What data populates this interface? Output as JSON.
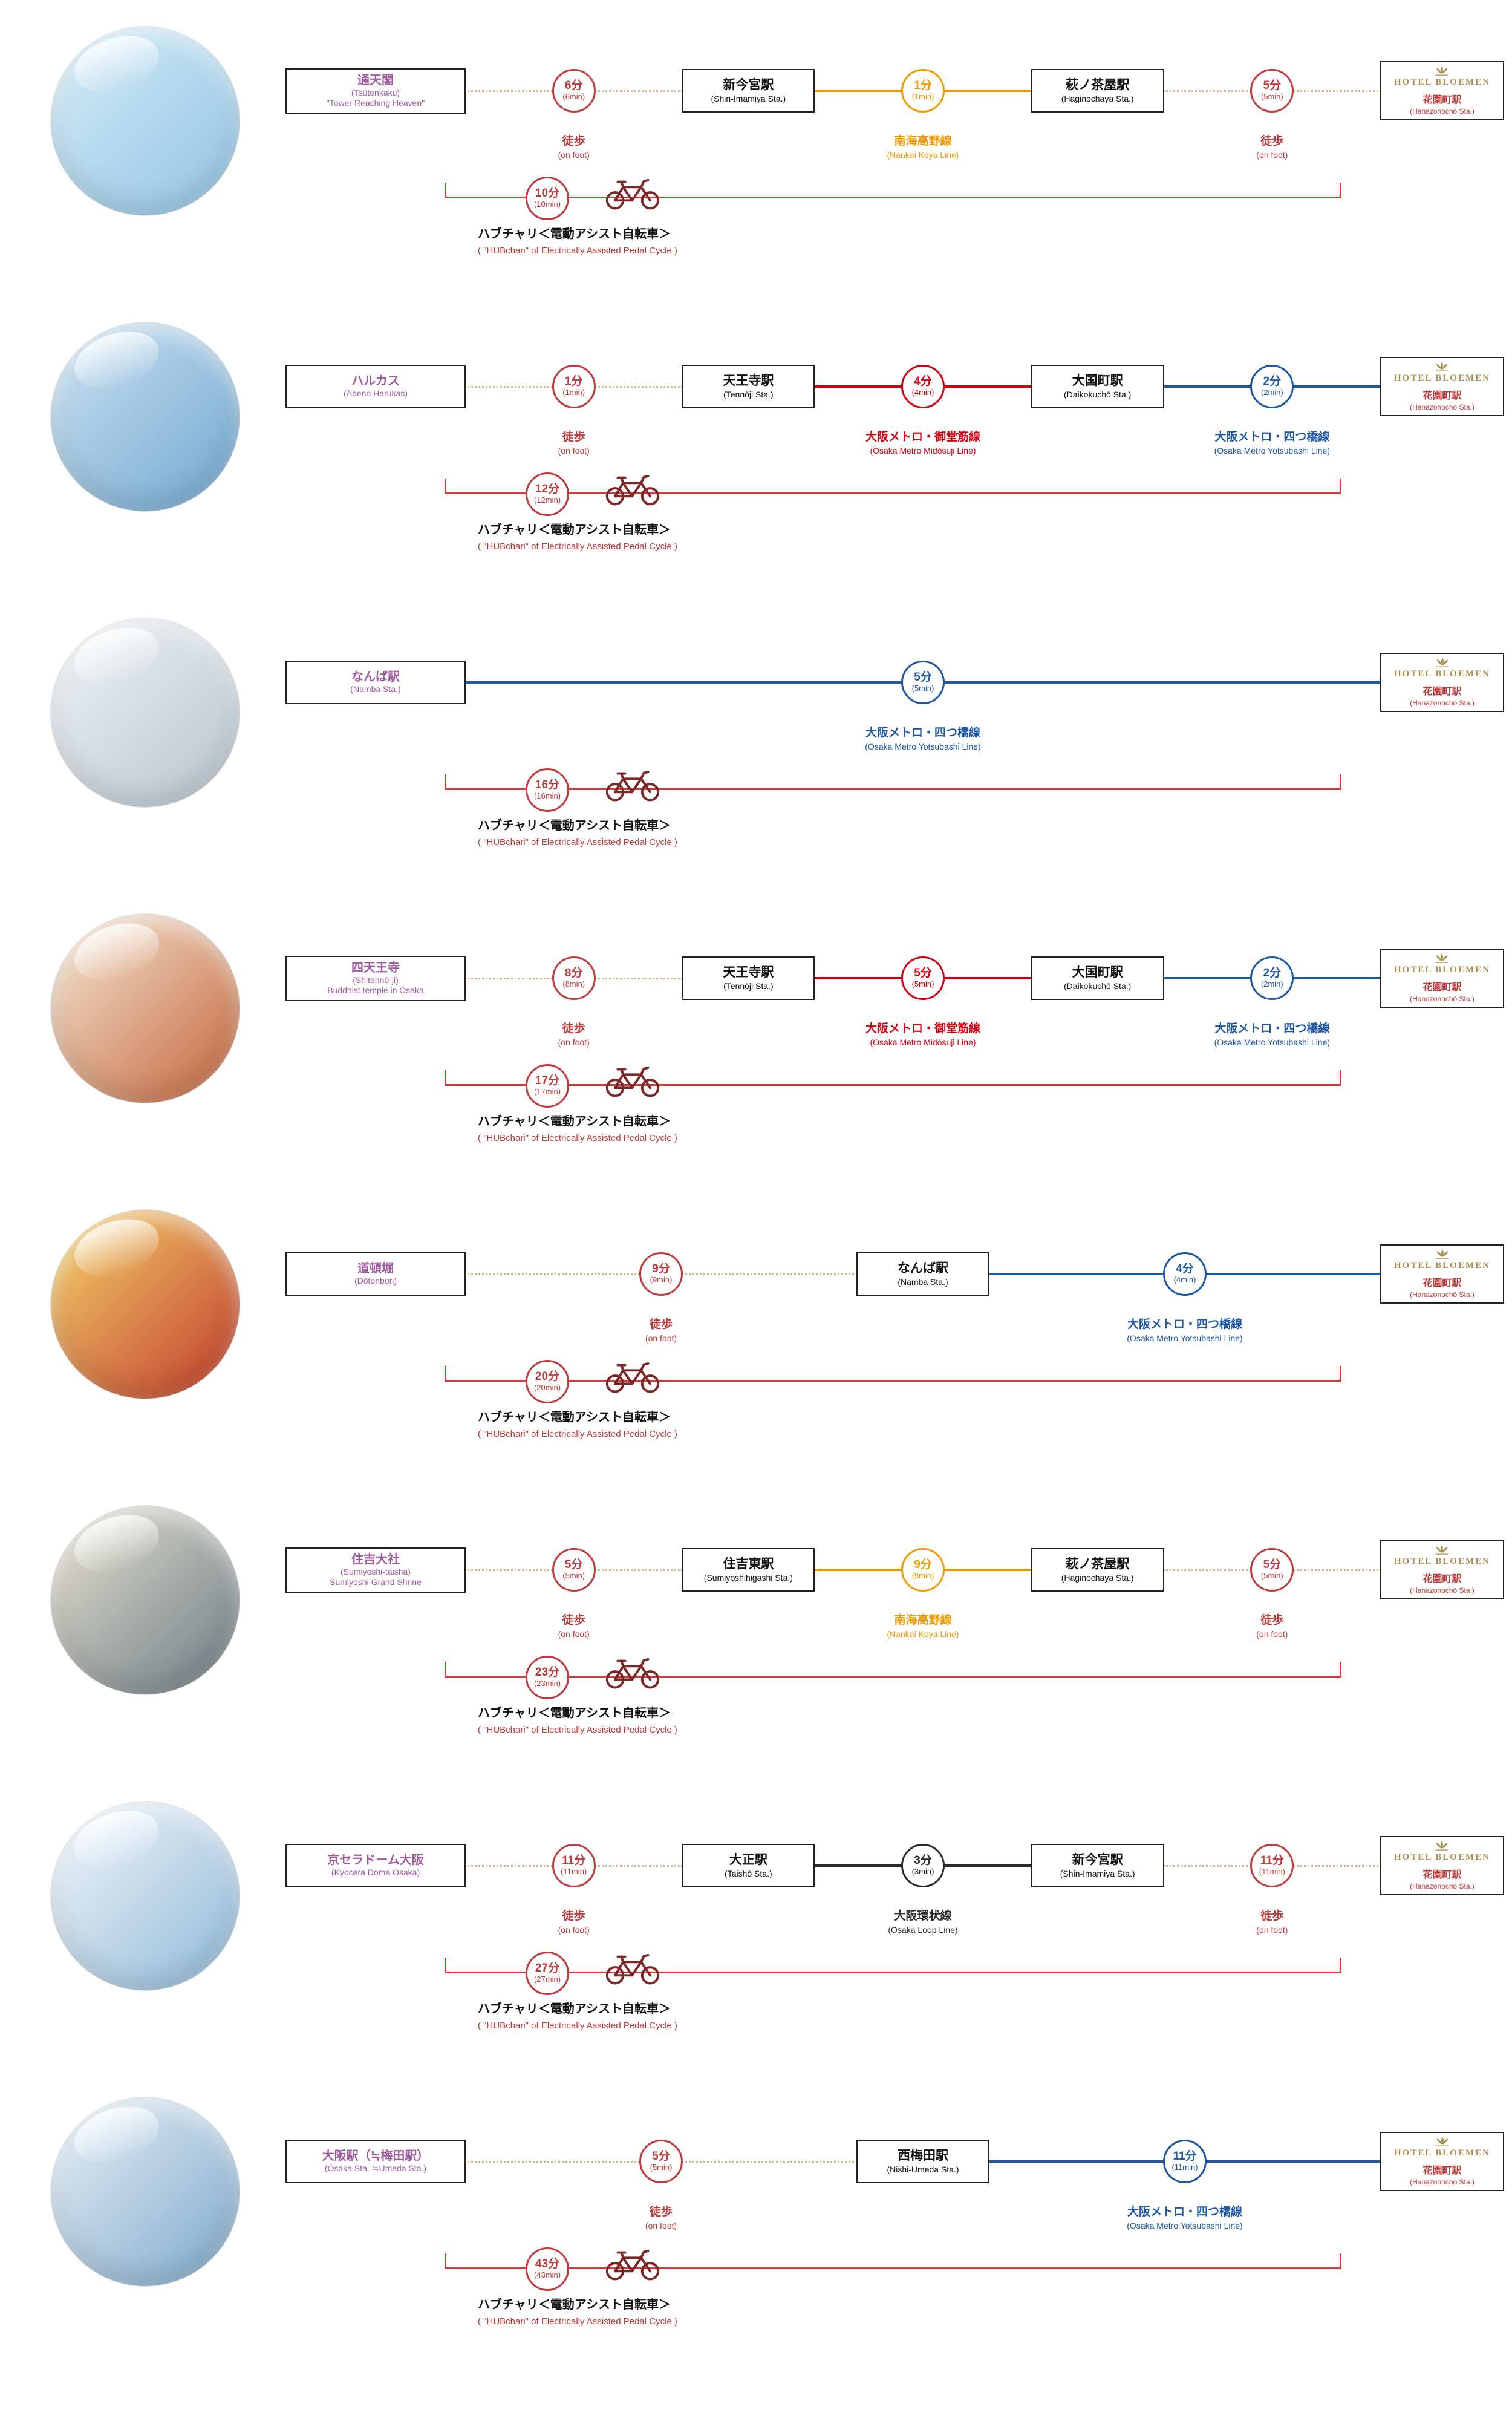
{
  "labels": {
    "walk_jp": "徒歩",
    "walk_en": "(on foot)",
    "bike_jp": "ハブチャリ＜電動アシスト自転車＞",
    "bike_en": "( \"HUBchari\" of Electrically Assisted Pedal Cycle )"
  },
  "hotel": {
    "name": "HOTEL BLOEMEN",
    "station_jp": "花園町駅",
    "station_en": "(Hanazonochō Sta.)"
  },
  "colors": {
    "walk_line": "#cdb98e",
    "walk_accent": "#c0393b",
    "bike_accent": "#c0393b",
    "bike_bracket": "#d23b3b",
    "bike_icon": "#7b2727",
    "landmark_text": "#9d5b9d",
    "hotel_gold": "#a8914f",
    "hotel_station": "#c0393b",
    "box_border": "#222222",
    "lines": {
      "nankai": "#f09a00",
      "midosuji": "#d7000f",
      "yotsubashi": "#1d57a5",
      "loop": "#2b2b2b"
    }
  },
  "rows": [
    {
      "id": "tsutenkaku",
      "photo": [
        "#d8edf8",
        "#90c2e2"
      ],
      "landmark": {
        "jp": "通天閣",
        "en": "(Tsūtenkaku)",
        "sub": "\"Tower Reaching Heaven\""
      },
      "segments": [
        {
          "type": "walk",
          "time_jp": "6分",
          "time_en": "(6min)"
        },
        {
          "type": "station",
          "jp": "新今宮駅",
          "en": "(Shin-Imamiya Sta.)"
        },
        {
          "type": "train",
          "line": "nankai",
          "time_jp": "1分",
          "time_en": "(1min)",
          "line_jp": "南海高野線",
          "line_en": "(Nankai Koya Line)"
        },
        {
          "type": "station",
          "jp": "萩ノ茶屋駅",
          "en": "(Haginochaya Sta.)"
        },
        {
          "type": "walk",
          "time_jp": "5分",
          "time_en": "(5min)"
        }
      ],
      "bike": {
        "time_jp": "10分",
        "time_en": "(10min)"
      }
    },
    {
      "id": "abeno-harukas",
      "photo": [
        "#cfe3f2",
        "#6fa6cf"
      ],
      "landmark": {
        "jp": "ハルカス",
        "en": "(Abeno Harukas)"
      },
      "segments": [
        {
          "type": "walk",
          "time_jp": "1分",
          "time_en": "(1min)"
        },
        {
          "type": "station",
          "jp": "天王寺駅",
          "en": "(Tennōji Sta.)"
        },
        {
          "type": "train",
          "line": "midosuji",
          "time_jp": "4分",
          "time_en": "(4min)",
          "line_jp": "大阪メトロ・御堂筋線",
          "line_en": "(Osaka Metro Midōsuji Line)"
        },
        {
          "type": "station",
          "jp": "大国町駅",
          "en": "(Daikokuchō Sta.)"
        },
        {
          "type": "train",
          "line": "yotsubashi",
          "time_jp": "2分",
          "time_en": "(2min)",
          "line_jp": "大阪メトロ・四つ橋線",
          "line_en": "(Osaka Metro Yotsubashi Line)"
        }
      ],
      "bike": {
        "time_jp": "12分",
        "time_en": "(12min)"
      }
    },
    {
      "id": "namba",
      "photo": [
        "#f2f4f6",
        "#b6c3cd"
      ],
      "landmark": {
        "jp": "なんば駅",
        "en": "(Namba Sta.)"
      },
      "segments": [
        {
          "type": "train",
          "line": "yotsubashi",
          "time_jp": "5分",
          "time_en": "(5min)",
          "line_jp": "大阪メトロ・四つ橋線",
          "line_en": "(Osaka Metro Yotsubashi Line)"
        }
      ],
      "bike": {
        "time_jp": "16分",
        "time_en": "(16min)"
      }
    },
    {
      "id": "shitennoji",
      "photo": [
        "#f4ead8",
        "#c4653a"
      ],
      "landmark": {
        "jp": "四天王寺",
        "en": "(Shitennō-ji)",
        "sub": "Buddhist temple in Ōsaka"
      },
      "segments": [
        {
          "type": "walk",
          "time_jp": "8分",
          "time_en": "(8min)"
        },
        {
          "type": "station",
          "jp": "天王寺駅",
          "en": "(Tennōji Sta.)"
        },
        {
          "type": "train",
          "line": "midosuji",
          "time_jp": "5分",
          "time_en": "(5min)",
          "line_jp": "大阪メトロ・御堂筋線",
          "line_en": "(Osaka Metro Midōsuji Line)"
        },
        {
          "type": "station",
          "jp": "大国町駅",
          "en": "(Daikokuchō Sta.)"
        },
        {
          "type": "train",
          "line": "yotsubashi",
          "time_jp": "2分",
          "time_en": "(2min)",
          "line_jp": "大阪メトロ・四つ橋線",
          "line_en": "(Osaka Metro Yotsubashi Line)"
        }
      ],
      "bike": {
        "time_jp": "17分",
        "time_en": "(17min)"
      }
    },
    {
      "id": "dotonbori",
      "photo": [
        "#f5d76e",
        "#c0392b"
      ],
      "landmark": {
        "jp": "道頓堀",
        "en": "(Dōtonbori)"
      },
      "segments": [
        {
          "type": "walk",
          "time_jp": "9分",
          "time_en": "(9min)"
        },
        {
          "type": "station",
          "jp": "なんば駅",
          "en": "(Namba Sta.)"
        },
        {
          "type": "train",
          "line": "yotsubashi",
          "time_jp": "4分",
          "time_en": "(4min)",
          "line_jp": "大阪メトロ・四つ橋線",
          "line_en": "(Osaka Metro Yotsubashi Line)"
        }
      ],
      "bike": {
        "time_jp": "20分",
        "time_en": "(20min)"
      }
    },
    {
      "id": "sumiyoshi-taisha",
      "photo": [
        "#e8e3d5",
        "#6e7a82"
      ],
      "landmark": {
        "jp": "住吉大社",
        "en": "(Sumiyoshi-taisha)",
        "sub": "Sumiyoshi Grand Shrine"
      },
      "segments": [
        {
          "type": "walk",
          "time_jp": "5分",
          "time_en": "(5min)"
        },
        {
          "type": "station",
          "jp": "住吉東駅",
          "en": "(Sumiyoshihigashi Sta.)"
        },
        {
          "type": "train",
          "line": "nankai",
          "time_jp": "9分",
          "time_en": "(9min)",
          "line_jp": "南海高野線",
          "line_en": "(Nankai Koya Line)"
        },
        {
          "type": "station",
          "jp": "萩ノ茶屋駅",
          "en": "(Haginochaya Sta.)"
        },
        {
          "type": "walk",
          "time_jp": "5分",
          "time_en": "(5min)"
        }
      ],
      "bike": {
        "time_jp": "23分",
        "time_en": "(23min)"
      }
    },
    {
      "id": "kyocera-dome",
      "photo": [
        "#f4f8fb",
        "#8fb8d8"
      ],
      "landmark": {
        "jp": "京セラドーム大阪",
        "en": "(Kyocera Dome Osaka)"
      },
      "segments": [
        {
          "type": "walk",
          "time_jp": "11分",
          "time_en": "(11min)"
        },
        {
          "type": "station",
          "jp": "大正駅",
          "en": "(Taishō Sta.)"
        },
        {
          "type": "train",
          "line": "loop",
          "time_jp": "3分",
          "time_en": "(3min)",
          "line_jp": "大阪環状線",
          "line_en": "(Osaka Loop Line)"
        },
        {
          "type": "station",
          "jp": "新今宮駅",
          "en": "(Shin-Imamiya Sta.)"
        },
        {
          "type": "walk",
          "time_jp": "11分",
          "time_en": "(11min)"
        }
      ],
      "bike": {
        "time_jp": "27分",
        "time_en": "(27min)"
      }
    },
    {
      "id": "osaka-station",
      "photo": [
        "#e8f1f8",
        "#7fa8c9"
      ],
      "landmark": {
        "jp": "大阪駅（≒梅田駅）",
        "en": "(Ōsaka Sta. ≒Umeda Sta.)"
      },
      "segments": [
        {
          "type": "walk",
          "time_jp": "5分",
          "time_en": "(5min)"
        },
        {
          "type": "station",
          "jp": "西梅田駅",
          "en": "(Nishi-Umeda Sta.)"
        },
        {
          "type": "train",
          "line": "yotsubashi",
          "time_jp": "11分",
          "time_en": "(11min)",
          "line_jp": "大阪メトロ・四つ橋線",
          "line_en": "(Osaka Metro Yotsubashi Line)"
        }
      ],
      "bike": {
        "time_jp": "43分",
        "time_en": "(43min)"
      }
    }
  ]
}
